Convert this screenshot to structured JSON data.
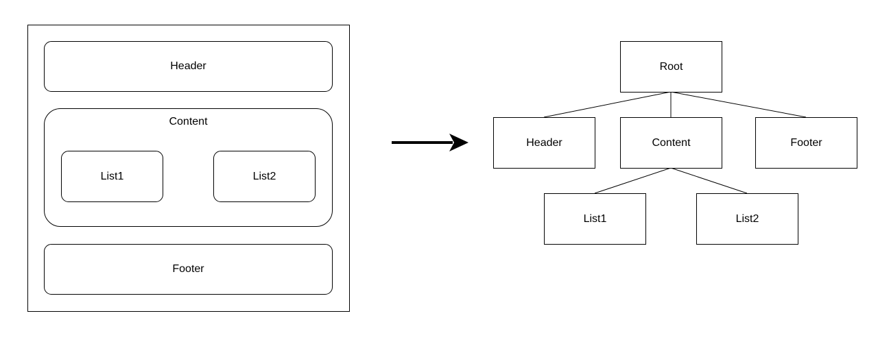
{
  "layout_mockup": {
    "header_label": "Header",
    "content_label": "Content",
    "list1_label": "List1",
    "list2_label": "List2",
    "footer_label": "Footer"
  },
  "tree": {
    "root_label": "Root",
    "header_label": "Header",
    "content_label": "Content",
    "footer_label": "Footer",
    "list1_label": "List1",
    "list2_label": "List2"
  }
}
